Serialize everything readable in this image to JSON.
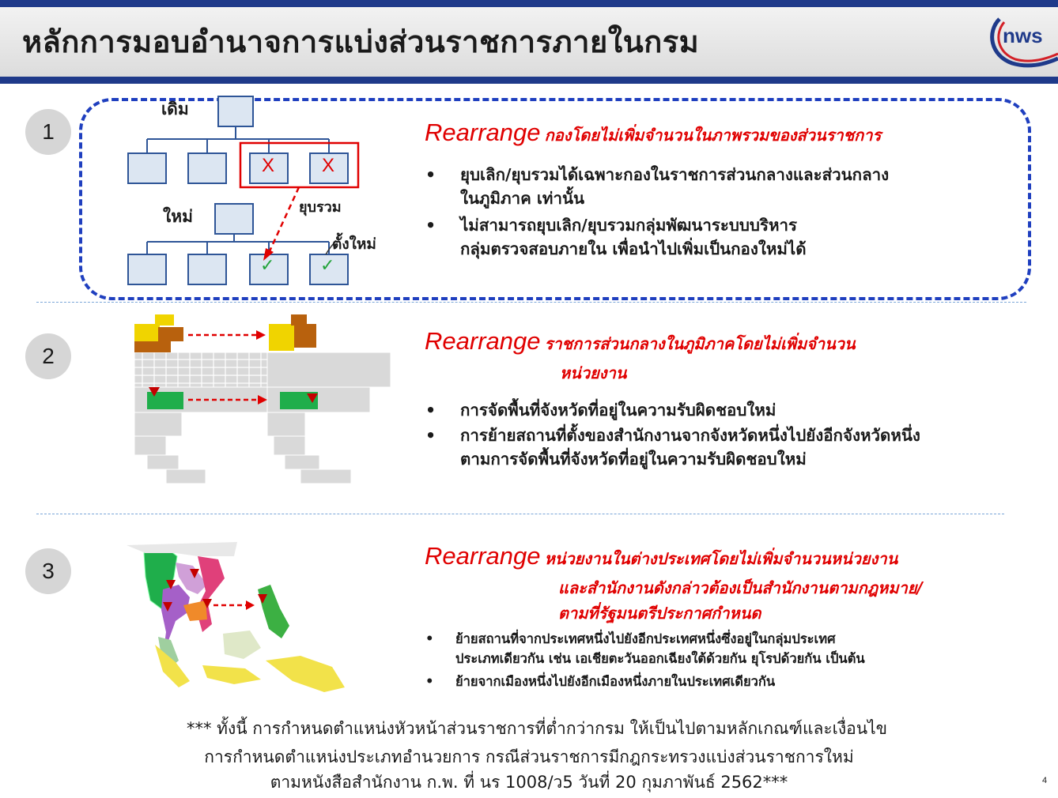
{
  "header": {
    "title": "หลักการมอบอำนาจการแบ่งส่วนราชการภายในกรม",
    "logo_text": "nws"
  },
  "sections": [
    {
      "number": "1",
      "diagram_labels": {
        "old": "เดิม",
        "new": "ใหม่",
        "merge": "ยุบรวม",
        "establish": "ตั้งใหม่",
        "cross": "X",
        "check": "✓"
      },
      "heading_keyword": "Rearrange",
      "heading_rest": "กองโดยไม่เพิ่มจำนวนในภาพรวมของส่วนราชการ",
      "bullets": [
        [
          "ยุบเลิก/ยุบรวมได้เฉพาะกองในราชการส่วนกลางและส่วนกลาง",
          "ในภูมิภาค เท่านั้น"
        ],
        [
          "ไม่สามารถยุบเลิก/ยุบรวมกลุ่มพัฒนาระบบบริหาร",
          "กลุ่มตรวจสอบภายใน เพื่อนำไปเพิ่มเป็นกองใหม่ได้"
        ]
      ]
    },
    {
      "number": "2",
      "heading_keyword": "Rearrange",
      "heading_rest_1": "ราชการส่วนกลางในภูมิภาคโดยไม่เพิ่มจำนวน",
      "heading_rest_2": "หน่วยงาน",
      "bullets": [
        [
          "การจัดพื้นที่จังหวัดที่อยู่ในความรับผิดชอบใหม่"
        ],
        [
          "การย้ายสถานที่ตั้งของสำนักงานจากจังหวัดหนึ่งไปยังอีกจังหวัดหนึ่ง",
          "ตามการจัดพื้นที่จังหวัดที่อยู่ในความรับผิดชอบใหม่"
        ]
      ]
    },
    {
      "number": "3",
      "heading_keyword": "Rearrange",
      "heading_rest_1": "หน่วยงานในต่างประเทศโดยไม่เพิ่มจำนวนหน่วยงาน",
      "heading_rest_2": "และสำนักงานดังกล่าวต้องเป็นสำนักงานตามกฎหมาย/",
      "heading_rest_3": "ตามที่รัฐมนตรีประกาศกำหนด",
      "bullets": [
        [
          "ย้ายสถานที่จากประเทศหนึ่งไปยังอีกประเทศหนึ่งซึ่งอยู่ในกลุ่มประเทศ",
          "ประเภทเดียวกัน เช่น เอเชียตะวันออกเฉียงใต้ด้วยกัน ยุโรปด้วยกัน เป็นต้น"
        ],
        [
          "ย้ายจากเมืองหนึ่งไปยังอีกเมืองหนึ่งภายในประเทศเดียวกัน"
        ]
      ]
    }
  ],
  "bullet_symbol": "•",
  "footer": [
    "*** ทั้งนี้ การกำหนดตำแหน่งหัวหน้าส่วนราชการที่ต่ำกว่ากรม ให้เป็นไปตามหลักเกณฑ์และเงื่อนไข",
    "การกำหนดตำแหน่งประเภทอำนวยการ กรณีส่วนราชการมีกฎกระทรวงแบ่งส่วนราชการใหม่",
    "ตามหนังสือสำนักงาน ก.พ. ที่ นร 1008/ว5 วันที่ 20 กุมภาพันธ์ 2562***"
  ],
  "page_number": "4",
  "colors": {
    "brand_blue": "#1f3a8a",
    "heading_red": "#e00000",
    "box_fill": "#dce6f2",
    "box_stroke": "#2e5597",
    "dash_blue": "#1f3fbf",
    "map_yellow": "#f0d400",
    "map_brown": "#b8610d",
    "map_green": "#1fae4b",
    "map_grey": "#d9d9d9"
  }
}
